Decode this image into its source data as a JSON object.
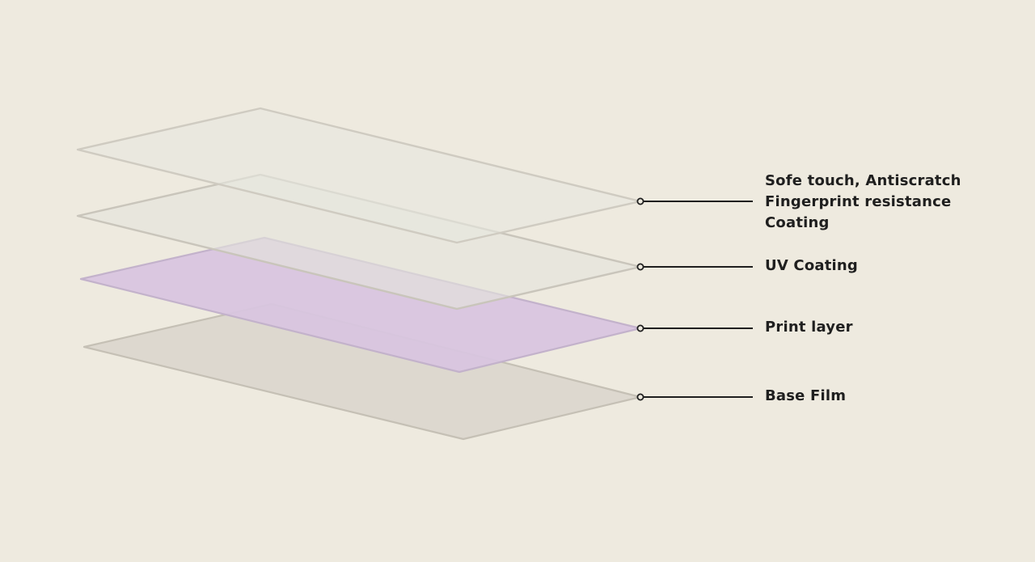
{
  "diagram": {
    "background_color": "#EEEADF",
    "leader_color": "#1F1F1F",
    "layers": [
      {
        "id": "topcoat",
        "label_lines": [
          "Sofe touch, Antiscratch",
          "Fingerprint resistance",
          "Coating"
        ],
        "fill": "#E6E7DF",
        "stroke": "#CFCBC1"
      },
      {
        "id": "uv",
        "label_lines": [
          "UV Coating"
        ],
        "fill": "#E3E4DC",
        "stroke": "#C9C5BB"
      },
      {
        "id": "print",
        "label_lines": [
          "Print layer"
        ],
        "fill": "#D8C5DF",
        "stroke": "#C3B2CB"
      },
      {
        "id": "base",
        "label_lines": [
          "Base Film"
        ],
        "fill": "#DDD8CF",
        "stroke": "#C5C0B5"
      }
    ]
  }
}
